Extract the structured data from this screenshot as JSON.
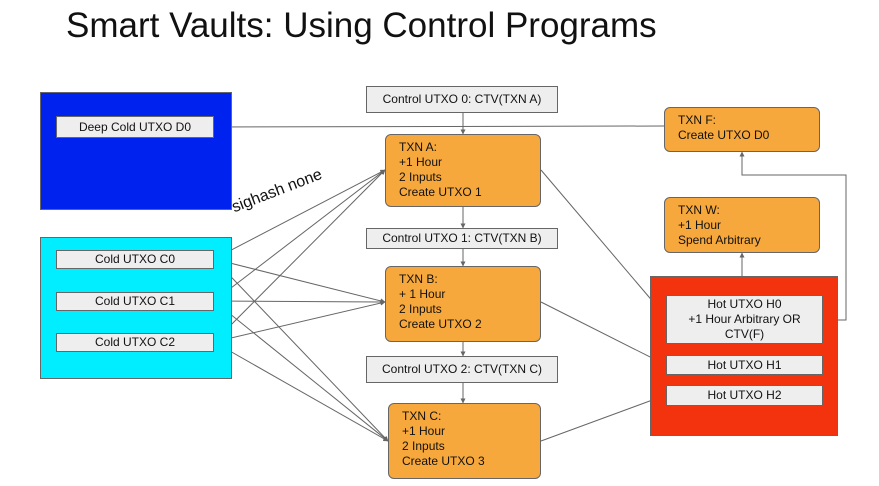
{
  "title": "Smart Vaults: Using Control Programs",
  "edge_label": "sighash none",
  "colors": {
    "deep_cold_region": "#0022ee",
    "cold_region": "#00eeff",
    "hot_region": "#f2330d",
    "txn_box": "#f7a83c",
    "utxo_box": "#eeeeee"
  },
  "control_utxos": [
    "Control UTXO 0: CTV(TXN A)",
    "Control UTXO 1: CTV(TXN B)",
    "Control UTXO 2: CTV(TXN C)"
  ],
  "deep_cold": {
    "d0": "Deep Cold UTXO D0"
  },
  "cold": [
    "Cold UTXO C0",
    "Cold UTXO C1",
    "Cold UTXO C2"
  ],
  "hot": {
    "h0": "Hot  UTXO H0\n+1 Hour Arbitrary OR\nCTV(F)",
    "h1": "Hot UTXO H1",
    "h2": "Hot UTXO H2"
  },
  "txns": {
    "a": "TXN A:\n+1 Hour\n2 Inputs\nCreate UTXO 1",
    "b": "TXN B:\n+ 1 Hour\n2 Inputs\nCreate UTXO 2",
    "c": "TXN C:\n+1 Hour\n2 Inputs\nCreate UTXO 3",
    "f": "TXN F:\nCreate UTXO D0",
    "w": "TXN W:\n+1 Hour\nSpend Arbitrary"
  }
}
